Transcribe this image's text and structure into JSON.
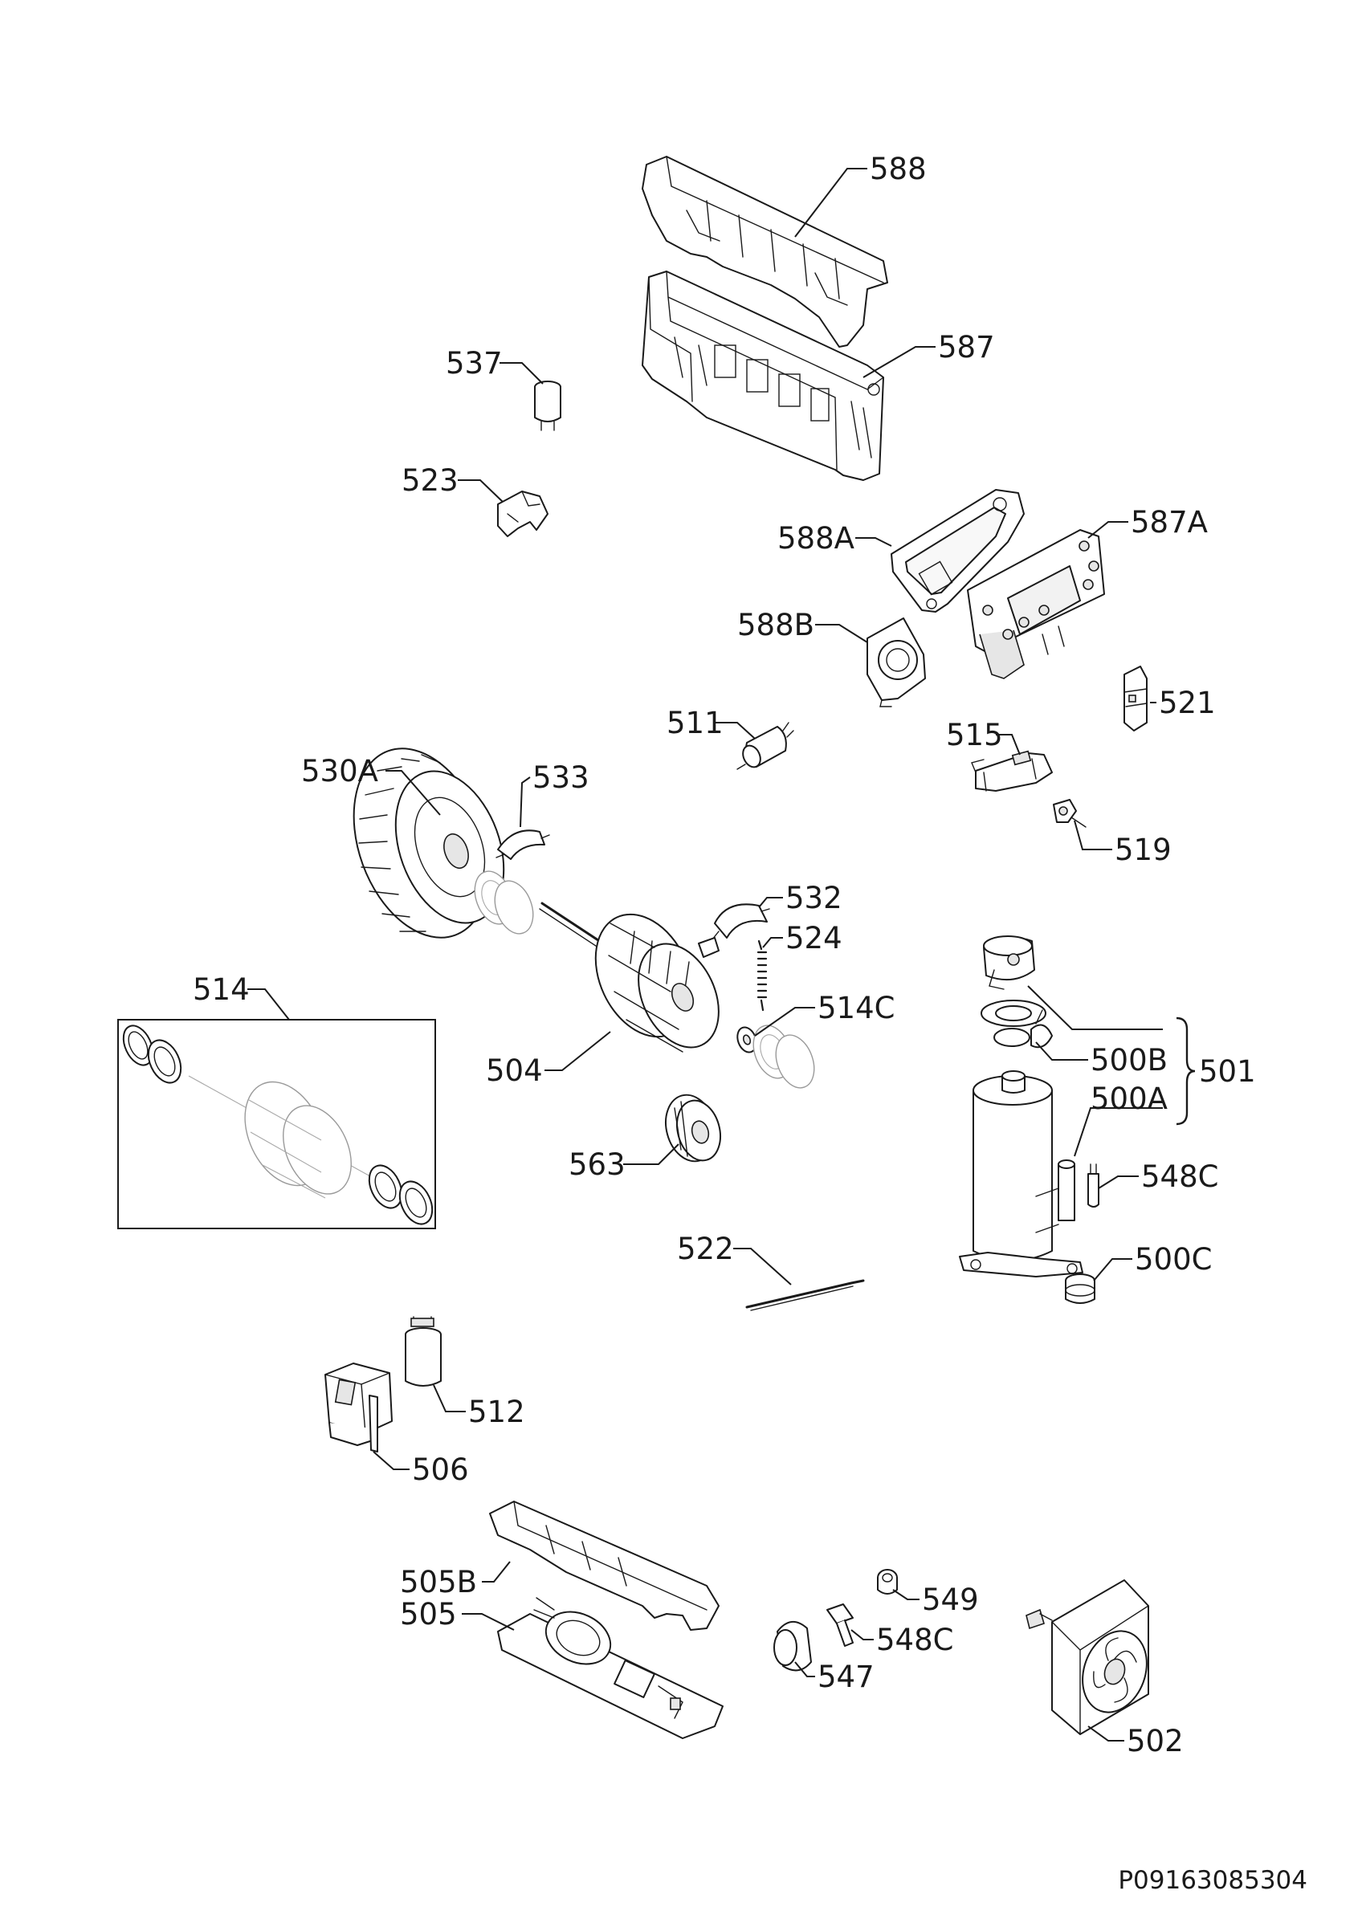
{
  "diagram": {
    "document_reference": "P09163085304",
    "callouts": [
      {
        "id": "588",
        "label": "588"
      },
      {
        "id": "587",
        "label": "587"
      },
      {
        "id": "537",
        "label": "537"
      },
      {
        "id": "523",
        "label": "523"
      },
      {
        "id": "588A",
        "label": "588A"
      },
      {
        "id": "587A",
        "label": "587A"
      },
      {
        "id": "588B",
        "label": "588B"
      },
      {
        "id": "521",
        "label": "521"
      },
      {
        "id": "511",
        "label": "511"
      },
      {
        "id": "515",
        "label": "515"
      },
      {
        "id": "530A",
        "label": "530A"
      },
      {
        "id": "533",
        "label": "533"
      },
      {
        "id": "519",
        "label": "519"
      },
      {
        "id": "532",
        "label": "532"
      },
      {
        "id": "524",
        "label": "524"
      },
      {
        "id": "514",
        "label": "514"
      },
      {
        "id": "514C",
        "label": "514C"
      },
      {
        "id": "504",
        "label": "504"
      },
      {
        "id": "500B",
        "label": "500B"
      },
      {
        "id": "501",
        "label": "501"
      },
      {
        "id": "500A",
        "label": "500A"
      },
      {
        "id": "563",
        "label": "563"
      },
      {
        "id": "548C-a",
        "label": "548C"
      },
      {
        "id": "522",
        "label": "522"
      },
      {
        "id": "500C",
        "label": "500C"
      },
      {
        "id": "512",
        "label": "512"
      },
      {
        "id": "506",
        "label": "506"
      },
      {
        "id": "505B",
        "label": "505B"
      },
      {
        "id": "549",
        "label": "549"
      },
      {
        "id": "505",
        "label": "505"
      },
      {
        "id": "548C-b",
        "label": "548C"
      },
      {
        "id": "547",
        "label": "547"
      },
      {
        "id": "502",
        "label": "502"
      }
    ]
  }
}
